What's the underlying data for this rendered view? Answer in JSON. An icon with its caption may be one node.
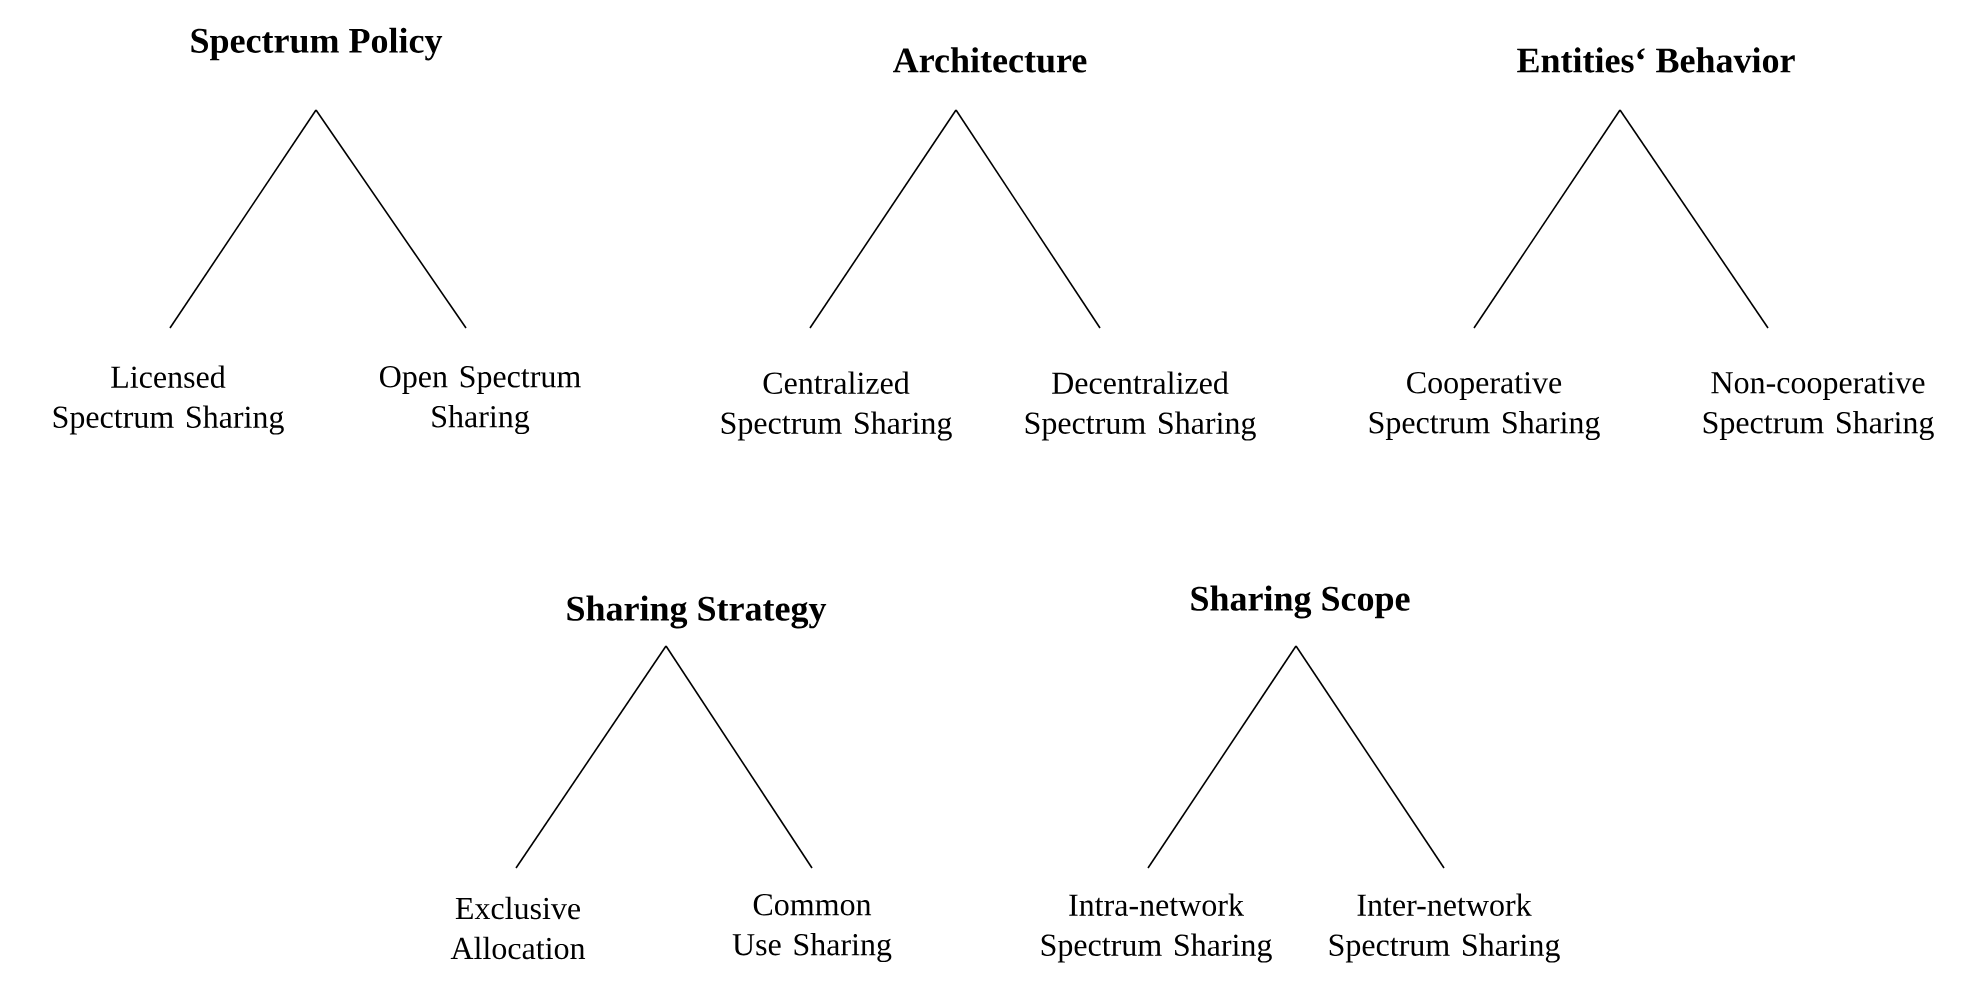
{
  "diagram": {
    "nodes": [
      {
        "text": [
          "Spectrum Policy"
        ]
      },
      {
        "text": [
          "Licensed Spectrum Sharing"
        ]
      },
      {
        "text": [
          "Open Spectrum Sharing"
        ]
      },
      {
        "text": [
          "Architecture"
        ]
      },
      {
        "text": [
          "Centralized Spectrum Sharing"
        ]
      },
      {
        "text": [
          "Decentralized Spectrum Sharing"
        ]
      },
      {
        "text": [
          "Entities‘ Behavior"
        ]
      },
      {
        "text": [
          "Cooperative Spectrum Sharing"
        ]
      },
      {
        "text": [
          "Non-cooperative Spectrum Sharing"
        ]
      },
      {
        "text": [
          "Sharing Strategy"
        ]
      },
      {
        "text": [
          "Exclusive Allocation"
        ]
      },
      {
        "text": [
          "Common Use Sharing"
        ]
      },
      {
        "text": [
          "Sharing Scope"
        ]
      },
      {
        "text": [
          "Intra-network Spectrum Sharing"
        ]
      },
      {
        "text": [
          "Inter-network Spectrum Sharing"
        ]
      }
    ],
    "edges": [
      {
        "from": 0,
        "to": 1,
        "arrow": "none"
      },
      {
        "from": 0,
        "to": 2,
        "arrow": "none"
      },
      {
        "from": 3,
        "to": 4,
        "arrow": "none"
      },
      {
        "from": 3,
        "to": 5,
        "arrow": "none"
      },
      {
        "from": 6,
        "to": 7,
        "arrow": "none"
      },
      {
        "from": 6,
        "to": 8,
        "arrow": "none"
      },
      {
        "from": 9,
        "to": 10,
        "arrow": "none"
      },
      {
        "from": 9,
        "to": 11,
        "arrow": "none"
      },
      {
        "from": 12,
        "to": 13,
        "arrow": "none"
      },
      {
        "from": 12,
        "to": 14,
        "arrow": "none"
      }
    ]
  }
}
